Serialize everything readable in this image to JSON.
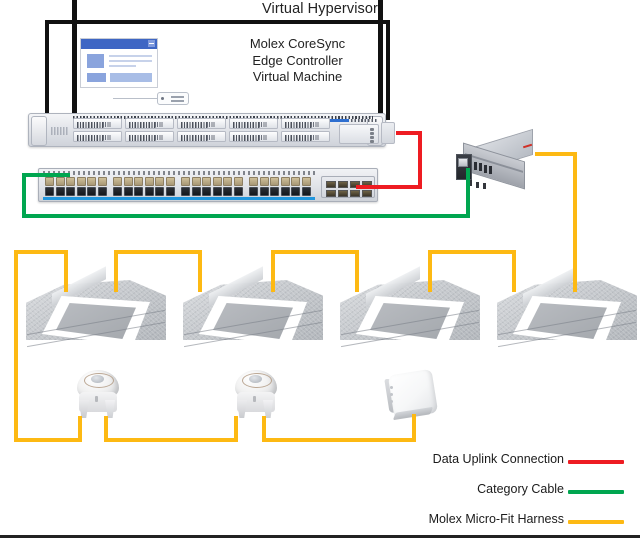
{
  "diagram": {
    "title": "Virtual Hypervisor",
    "hypervisor_label": "Molex CoreSync\nEdge Controller\nVirtual Machine",
    "hypervisor_lines": [
      "Molex CoreSync",
      "Edge Controller",
      "Virtual Machine"
    ]
  },
  "nodes": {
    "hypervisor_box": "virtual-hypervisor-enclosure",
    "vm_window_icon": "virtual-machine-window",
    "vm_slider_icon": "virtual-machine-slider",
    "server": "rack-mount-server-1u",
    "switch": "network-switch-48-port",
    "injector": "poe-injector-gateway",
    "fixtures": [
      "ceiling-light-fixture-1",
      "ceiling-light-fixture-2",
      "ceiling-light-fixture-3",
      "ceiling-light-fixture-4"
    ],
    "sensors": [
      "occupancy-sensor-1",
      "occupancy-sensor-2"
    ],
    "wall_device": "wall-mounted-control-device"
  },
  "legend": {
    "items": [
      {
        "label": "Data Uplink Connection",
        "color": "#ee1c22",
        "key": "data-uplink"
      },
      {
        "label": "Category Cable",
        "color": "#00a650",
        "key": "category-cable"
      },
      {
        "label": "Molex Micro-Fit Harness",
        "color": "#fdb913",
        "key": "microfit-harness"
      }
    ]
  },
  "colors": {
    "data_uplink_red": "#ee1c22",
    "category_green": "#00a650",
    "harness_yellow": "#fdb913",
    "frame_black": "#111111",
    "background": "#ffffff"
  },
  "connections": [
    {
      "from": "rack-mount-server-1u",
      "to": "network-switch-48-port",
      "type": "data-uplink",
      "color": "#ee1c22"
    },
    {
      "from": "network-switch-48-port",
      "to": "poe-injector-gateway",
      "type": "category-cable",
      "color": "#00a650"
    },
    {
      "from": "poe-injector-gateway",
      "to": "ceiling-light-fixture-4",
      "type": "microfit-harness",
      "color": "#fdb913"
    },
    {
      "from": "ceiling-light-fixture-4",
      "to": "ceiling-light-fixture-3",
      "type": "microfit-harness",
      "color": "#fdb913"
    },
    {
      "from": "ceiling-light-fixture-3",
      "to": "ceiling-light-fixture-2",
      "type": "microfit-harness",
      "color": "#fdb913"
    },
    {
      "from": "ceiling-light-fixture-2",
      "to": "ceiling-light-fixture-1",
      "type": "microfit-harness",
      "color": "#fdb913"
    },
    {
      "from": "ceiling-light-fixture-1",
      "to": "occupancy-sensor-1",
      "type": "microfit-harness",
      "color": "#fdb913"
    },
    {
      "from": "occupancy-sensor-1",
      "to": "occupancy-sensor-2",
      "type": "microfit-harness",
      "color": "#fdb913"
    },
    {
      "from": "occupancy-sensor-2",
      "to": "wall-mounted-control-device",
      "type": "microfit-harness",
      "color": "#fdb913"
    }
  ]
}
